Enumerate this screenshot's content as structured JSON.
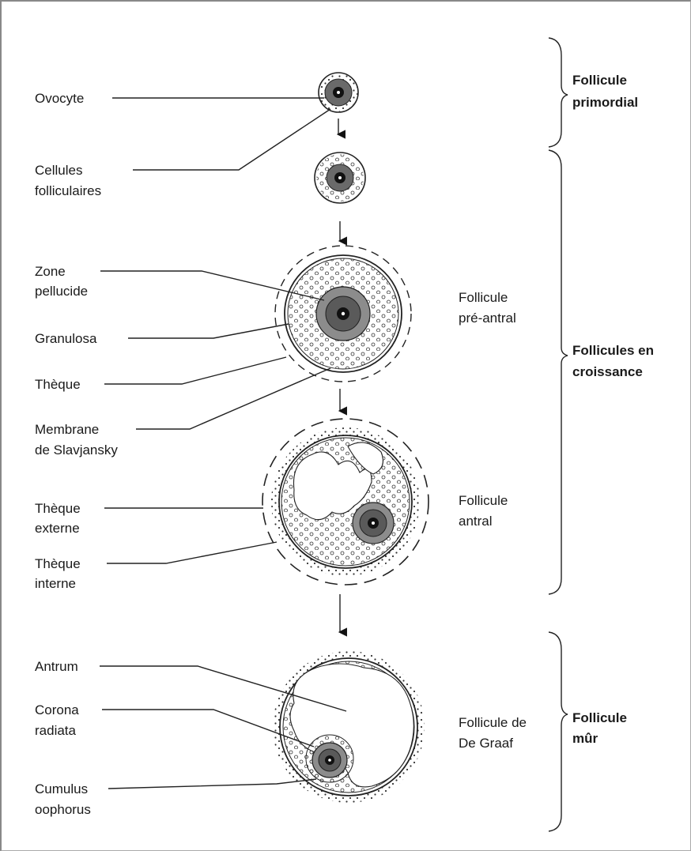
{
  "labels": {
    "ovocyte": "Ovocyte",
    "cellules_1": "Cellules",
    "cellules_2": "folliculaires",
    "zone_1": "Zone",
    "zone_2": "pellucide",
    "granulosa": "Granulosa",
    "theque": "Thèque",
    "membrane_1": "Membrane",
    "membrane_2": "de Slavjansky",
    "theque_ext_1": "Thèque",
    "theque_ext_2": "externe",
    "theque_int_1": "Thèque",
    "theque_int_2": "interne",
    "antrum": "Antrum",
    "corona_1": "Corona",
    "corona_2": "radiata",
    "cumulus_1": "Cumulus",
    "cumulus_2": "oophorus"
  },
  "stages": {
    "preantral_1": "Follicule",
    "preantral_2": "pré-antral",
    "antral_1": "Follicule",
    "antral_2": "antral",
    "degraaf_1": "Follicule de",
    "degraaf_2": "De Graaf"
  },
  "groups": {
    "primordial_1": "Follicule",
    "primordial_2": "primordial",
    "croissance_1": "Follicules en",
    "croissance_2": "croissance",
    "mur_1": "Follicule",
    "mur_2": "mûr"
  },
  "colors": {
    "line": "#222222",
    "zona": "#8c8c8c",
    "oocyte": "#5a5a5a",
    "nucleus": "#111111"
  }
}
